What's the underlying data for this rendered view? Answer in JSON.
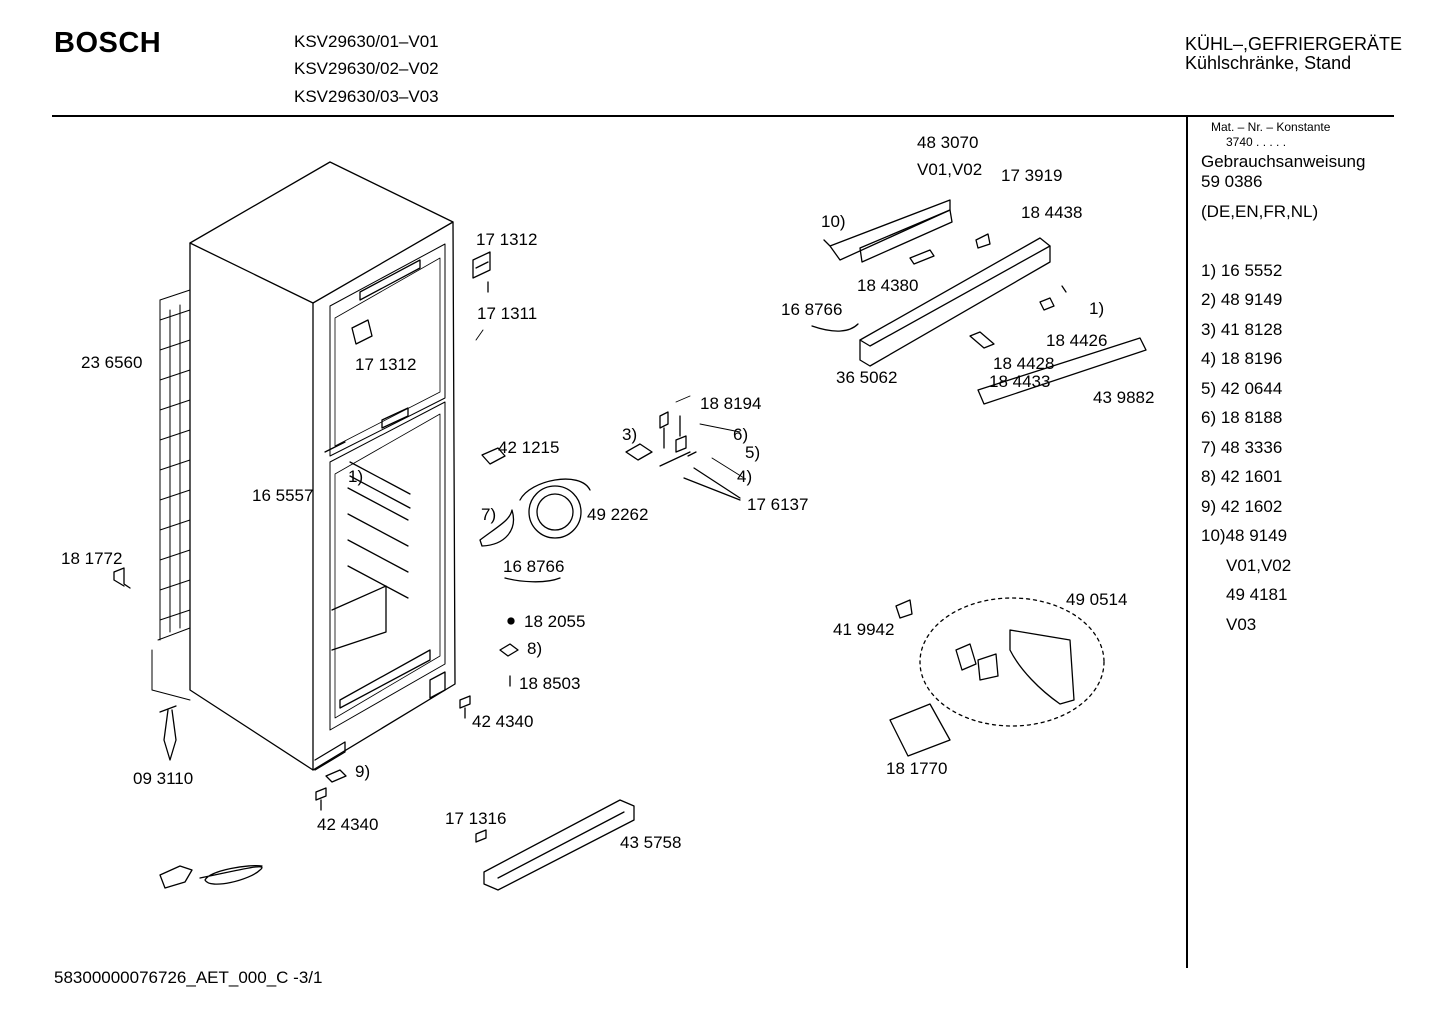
{
  "header": {
    "brand": "BOSCH",
    "models": [
      "KSV29630/01–V01",
      "KSV29630/02–V02",
      "KSV29630/03–V03"
    ],
    "category_line1": "KÜHL–,GEFRIERGERÄTE",
    "category_line2": "Kühlschränke, Stand"
  },
  "sidebar": {
    "mat_header": "Mat. – Nr. – Konstante",
    "mat_value": "3740  .   .   .   .   .",
    "manual_title": "Gebrauchsanweisung",
    "manual_number": "59 0386",
    "manual_langs": "(DE,EN,FR,NL)",
    "items": [
      "1) 16 5552",
      "2) 48 9149",
      "3) 41 8128",
      "4) 18 8196",
      "5) 42 0644",
      "6) 18 8188",
      "7) 48 3336",
      "8) 42 1601",
      "9) 42 1602",
      "10)48 9149",
      "V01,V02",
      "49 4181",
      "V03"
    ]
  },
  "parts": {
    "p483070": "48 3070",
    "v0102": "V01,V02",
    "p173919": "17 3919",
    "p184438": "18 4438",
    "c10": "10)",
    "p184380": "18 4380",
    "p168766a": "16 8766",
    "c1a": "1)",
    "p184426": "18 4426",
    "p184428": "18 4428",
    "p184433": "18 4433",
    "p365062": "36 5062",
    "p439882": "43 9882",
    "p171312a": "17 1312",
    "p171311": "17 1311",
    "p171312b": "17 1312",
    "p236560": "23 6560",
    "p165557": "16 5557",
    "c1b": "1)",
    "p421215": "42 1215",
    "p188194": "18 8194",
    "c3": "3)",
    "c6": "6)",
    "c5": "5)",
    "c4": "4)",
    "p176137": "17 6137",
    "c7": "7)",
    "p492262": "49 2262",
    "p168766b": "16 8766",
    "p181772": "18 1772",
    "p182055": "18 2055",
    "c8": "8)",
    "p188503": "18 8503",
    "p424340a": "42 4340",
    "p093110": "09 3110",
    "c9": "9)",
    "p424340b": "42 4340",
    "p171316": "17 1316",
    "p435758": "43 5758",
    "p490514": "49 0514",
    "p419942": "41 9942",
    "p181770": "18 1770"
  },
  "footer": {
    "doc_id": "58300000076726_AET_000_C   -3/1"
  }
}
